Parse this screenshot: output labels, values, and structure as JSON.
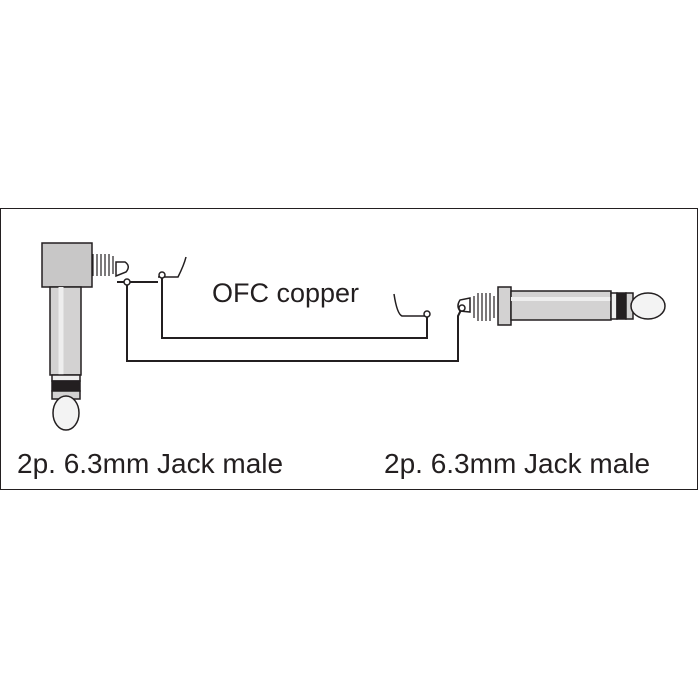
{
  "diagram": {
    "cable_label": "OFC copper",
    "left_connector_label": "2p. 6.3mm Jack male",
    "right_connector_label": "2p. 6.3mm Jack male"
  },
  "colors": {
    "line": "#231f20",
    "connector_body": "#c8c7c7",
    "connector_light": "#eeeeee",
    "background": "#ffffff"
  },
  "icons": {
    "left": "angled-jack-plug-icon",
    "right": "straight-jack-plug-icon"
  }
}
